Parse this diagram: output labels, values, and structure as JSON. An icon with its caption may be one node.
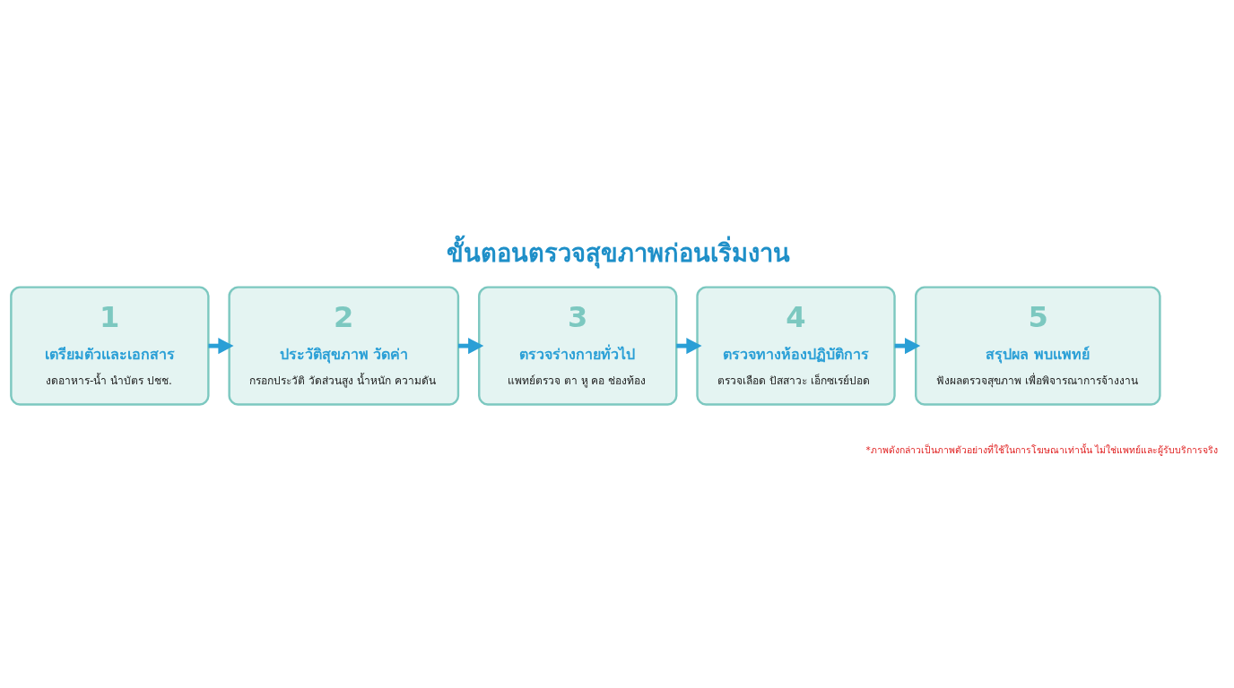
{
  "diagram": {
    "title": "ขั้นตอนตรวจสุขภาพก่อนเริ่มงาน",
    "nodes": [
      {
        "text": [
          "1",
          "เตรียมตัวและเอกสาร",
          "งดอาหาร-น้ำ นำบัตร ปชช."
        ]
      },
      {
        "text": [
          "2",
          "ประวัติสุขภาพ วัดค่า",
          "กรอกประวัติ วัดส่วนสูง น้ำหนัก ความดัน"
        ]
      },
      {
        "text": [
          "3",
          "ตรวจร่างกายทั่วไป",
          "แพทย์ตรวจ ตา หู คอ ช่องท้อง"
        ]
      },
      {
        "text": [
          "4",
          "ตรวจทางห้องปฏิบัติการ",
          "ตรวจเลือด ปัสสาวะ เอ็กซเรย์ปอด"
        ]
      },
      {
        "text": [
          "5",
          "สรุปผล พบแพทย์",
          "ฟังผลตรวจสุขภาพ เพื่อพิจารณาการจ้างงาน"
        ]
      }
    ],
    "edges": [
      {
        "from": 0,
        "to": 1,
        "arrow": "to"
      },
      {
        "from": 1,
        "to": 2,
        "arrow": "to"
      },
      {
        "from": 2,
        "to": 3,
        "arrow": "to"
      },
      {
        "from": 3,
        "to": 4,
        "arrow": "to"
      }
    ],
    "labels": [
      "*ภาพดังกล่าวเป็นภาพตัวอย่างที่ใช้ในการโฆษณาเท่านั้น ไม่ใช่แพทย์และผู้รับบริการจริง"
    ]
  }
}
